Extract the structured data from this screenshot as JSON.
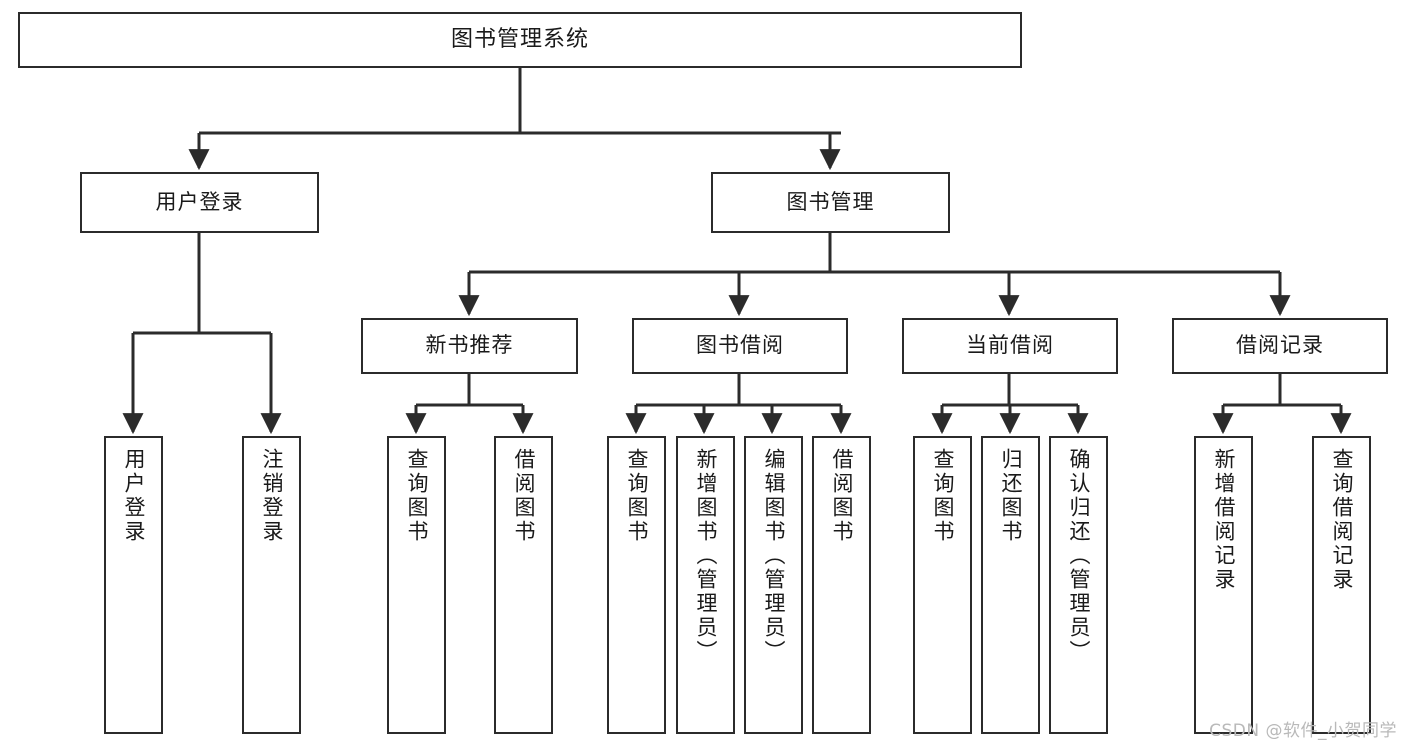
{
  "diagram": {
    "title": "图书管理系统",
    "watermark": "CSDN @软件_小贺同学",
    "colors": {
      "background": "#ffffff",
      "node_border": "#2b2b2b",
      "node_fill": "#ffffff",
      "edge": "#2b2b2b",
      "text": "#1a1a1a",
      "watermark": "#b9b9b9"
    },
    "nodes": {
      "root": {
        "label": "图书管理系统"
      },
      "level1": [
        {
          "id": "user-login",
          "label": "用户登录"
        },
        {
          "id": "book-manage",
          "label": "图书管理"
        }
      ],
      "level2": [
        {
          "id": "new-book-recommend",
          "label": "新书推荐"
        },
        {
          "id": "book-borrow",
          "label": "图书借阅"
        },
        {
          "id": "current-borrow",
          "label": "当前借阅"
        },
        {
          "id": "borrow-record",
          "label": "借阅记录"
        }
      ],
      "leaves": {
        "user-login": [
          {
            "id": "leaf-user-login",
            "label": "用户登录"
          },
          {
            "id": "leaf-logout-login",
            "label": "注销登录"
          }
        ],
        "new-book-recommend": [
          {
            "id": "leaf-query-book-1",
            "label": "查询图书"
          },
          {
            "id": "leaf-borrow-book-1",
            "label": "借阅图书"
          }
        ],
        "book-borrow": [
          {
            "id": "leaf-query-book-2",
            "label": "查询图书"
          },
          {
            "id": "leaf-add-book",
            "label": "新增图书（管理员）"
          },
          {
            "id": "leaf-edit-book",
            "label": "编辑图书（管理员）"
          },
          {
            "id": "leaf-borrow-book-2",
            "label": "借阅图书"
          }
        ],
        "current-borrow": [
          {
            "id": "leaf-query-book-3",
            "label": "查询图书"
          },
          {
            "id": "leaf-return-book",
            "label": "归还图书"
          },
          {
            "id": "leaf-confirm-return",
            "label": "确认归还（管理员）"
          }
        ],
        "borrow-record": [
          {
            "id": "leaf-add-record",
            "label": "新增借阅记录"
          },
          {
            "id": "leaf-query-record",
            "label": "查询借阅记录"
          }
        ]
      }
    }
  }
}
